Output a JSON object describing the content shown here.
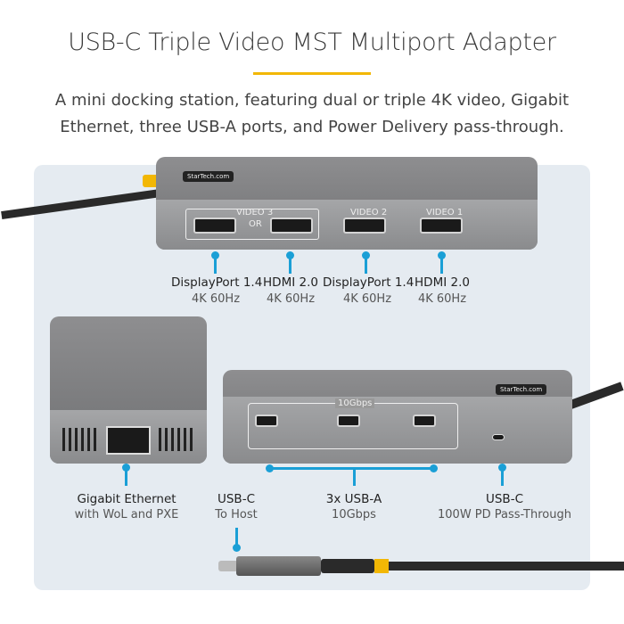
{
  "title": "USB-C Triple Video MST Multiport Adapter",
  "subtitle": [
    "A mini docking station, featuring dual or triple 4K video, Gigabit",
    "Ethernet, three USB-A ports, and Power Delivery pass-through."
  ],
  "brand": "StarTech.com",
  "device_labels": {
    "video3": "VIDEO 3",
    "or": "OR",
    "video2": "VIDEO 2",
    "video1": "VIDEO 1",
    "usb_speed": "10Gbps"
  },
  "video_ports": [
    {
      "name": "DisplayPort 1.4",
      "spec": "4K 60Hz"
    },
    {
      "name": "HDMI 2.0",
      "spec": "4K 60Hz"
    },
    {
      "name": "DisplayPort 1.4",
      "spec": "4K 60Hz"
    },
    {
      "name": "HDMI 2.0",
      "spec": "4K 60Hz"
    }
  ],
  "bottom_ports": [
    {
      "name": "Gigabit Ethernet",
      "spec": "with WoL and PXE"
    },
    {
      "name": "USB-C",
      "spec": "To Host"
    },
    {
      "name": "3x USB-A",
      "spec": "10Gbps"
    },
    {
      "name": "USB-C",
      "spec": "100W PD Pass-Through"
    }
  ],
  "colors": {
    "accent": "#f2b705",
    "callout": "#1a9fd6",
    "panel": "#e5ebf1"
  }
}
